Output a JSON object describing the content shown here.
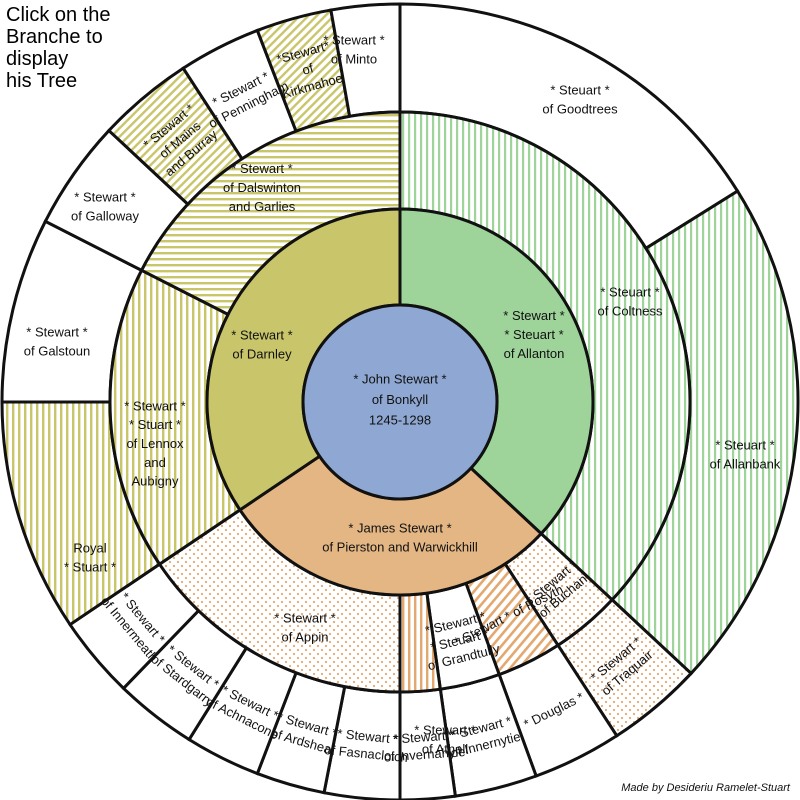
{
  "instructions": [
    "Click on the",
    "Branche to",
    "display",
    "his Tree"
  ],
  "credit": "Made by Desideriu Ramelet-Stuart",
  "center": [
    "* John Stewart *",
    "of Bonkyll",
    "1245-1298"
  ],
  "inner": {
    "darnley": [
      "* Stewart *",
      "of Darnley"
    ],
    "allanton": [
      "* Stewart *",
      "* Steuart *",
      "of Allanton"
    ],
    "pierston": [
      "* James Stewart *",
      "of Pierston and Warwickhill"
    ]
  },
  "middle": {
    "dalswinton": [
      "* Stewart *",
      "of Dalswinton",
      "and Garlies"
    ],
    "lennox": [
      "* Stewart *",
      "* Stuart *",
      "of Lennox",
      "and",
      "Aubigny"
    ],
    "coltness": [
      "* Steuart *",
      "of Coltness"
    ],
    "appin": [
      "* Stewart *",
      "of Appin"
    ],
    "atholl": [
      "* Stewart *",
      "of Atholl"
    ],
    "grandtully": [
      "* Stewart *",
      "* Steuart *",
      "of Grandtully"
    ],
    "rosyth": [
      "* Stewart * of Rosyth"
    ],
    "buchan": [
      "* Stewart *",
      "of Buchan"
    ]
  },
  "outer": {
    "goodtrees": [
      "* Steuart *",
      "of Goodtrees"
    ],
    "allanbank": [
      "* Steuart *",
      "of Allanbank"
    ],
    "minto": [
      "* Stewart *",
      "of Minto"
    ],
    "kirkmahoe": [
      "*Stewart*",
      "of",
      "Kirkmahoe"
    ],
    "penningham": [
      "* Stewart *",
      "of Penningham"
    ],
    "mains": [
      "* Stewart *",
      "of Mains",
      "and Burray"
    ],
    "galloway": [
      "* Stewart *",
      "of Galloway"
    ],
    "galstoun": [
      "* Stewart *",
      "of Galstoun"
    ],
    "royal": [
      "Royal",
      "* Stuart *"
    ],
    "innermeath": [
      "* Stewart *",
      "of Innermeath"
    ],
    "stardgarry": [
      "* Stewart *",
      "of Stardgarry"
    ],
    "achnacone": [
      "* Stewart *",
      "of Achnacone"
    ],
    "ardsheal": [
      "* Stewart *",
      "of Ardsheal"
    ],
    "fasnacloich": [
      "* Stewart *",
      "of Fasnacloich"
    ],
    "invernahyle": [
      "* Stewart *",
      "of Invernahyle"
    ],
    "innernytie": [
      "* Stewart *",
      "of Innernytie"
    ],
    "douglas": [
      "* Douglas *"
    ],
    "traquair": [
      "* Stewart *",
      "of Traquair"
    ]
  },
  "colors": {
    "center": "#8fa8d3",
    "darnley": "#c9c56a",
    "darnley_stripe": "#c9c56a",
    "allanton": "#9ed39a",
    "allanton_stripe": "#9ed39a",
    "pierston": "#e4b684",
    "pierston_stripe": "#dea26c",
    "outline": "#111111"
  }
}
